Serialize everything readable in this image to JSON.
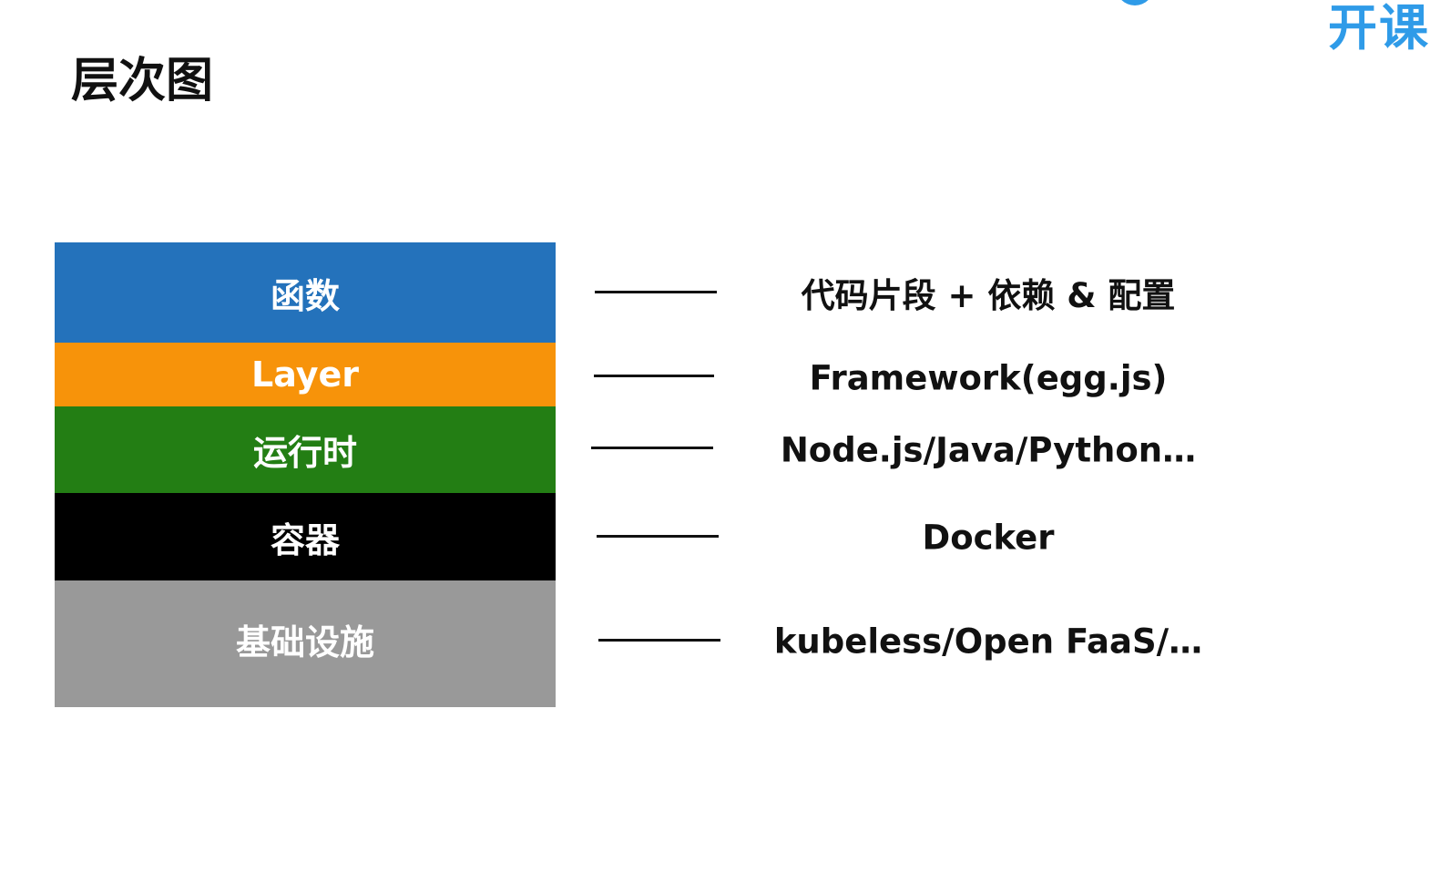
{
  "title": "层次图",
  "watermark": "开课",
  "colors": {
    "function": "#2472bb",
    "layer": "#f7930a",
    "runtime": "#237e14",
    "container": "#000000",
    "infrastructure": "#999999"
  },
  "layers": [
    {
      "label": "函数",
      "description": "代码片段 + 依赖 & 配置"
    },
    {
      "label": "Layer",
      "description": "Framework(egg.js)"
    },
    {
      "label": "运行时",
      "description": "Node.js/Java/Python…"
    },
    {
      "label": "容器",
      "description": "Docker"
    },
    {
      "label": "基础设施",
      "description": "kubeless/Open FaaS/…"
    }
  ]
}
